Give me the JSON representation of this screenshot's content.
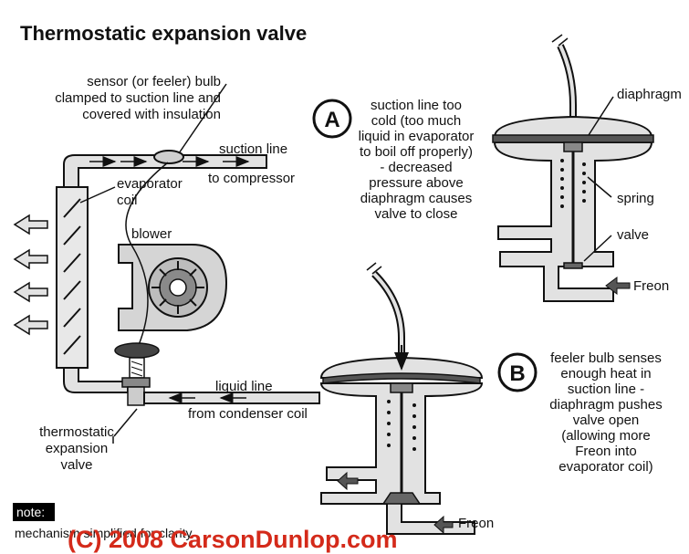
{
  "title": "Thermostatic expansion valve",
  "labels": {
    "sensor_bulb": [
      "sensor (or feeler) bulb",
      "clamped to suction line and",
      "covered with insulation"
    ],
    "suction_line": [
      "suction line",
      "to compressor"
    ],
    "evaporator_coil": [
      "evaporator",
      "coil"
    ],
    "blower": "blower",
    "liquid_line": [
      "liquid line",
      "from condenser coil"
    ],
    "txv": [
      "thermostatic",
      "expansion",
      "valve"
    ],
    "diaphragm": "diaphragm",
    "spring": "spring",
    "valve": "valve",
    "freon_a": "Freon",
    "freon_b": "Freon"
  },
  "panel_a": {
    "badge": "A",
    "text": [
      "suction line too",
      "cold (too much",
      "liquid in evaporator",
      "to boil off properly)",
      "- decreased",
      "pressure above",
      "diaphragm causes",
      "valve to close"
    ]
  },
  "panel_b": {
    "badge": "B",
    "text": [
      "feeler bulb senses",
      "enough heat in",
      "suction line -",
      "diaphragm pushes",
      "valve open",
      "(allowing more",
      "Freon into",
      "evaporator coil)"
    ]
  },
  "note": {
    "heading": "note:",
    "text": "mechanism simplified for clarity"
  },
  "copyright": "(C) 2008 CarsonDunlop.com",
  "colors": {
    "copyright": "#d42a1a",
    "pipe_fill": "#e2e2e2",
    "dark_fill": "#555555"
  }
}
